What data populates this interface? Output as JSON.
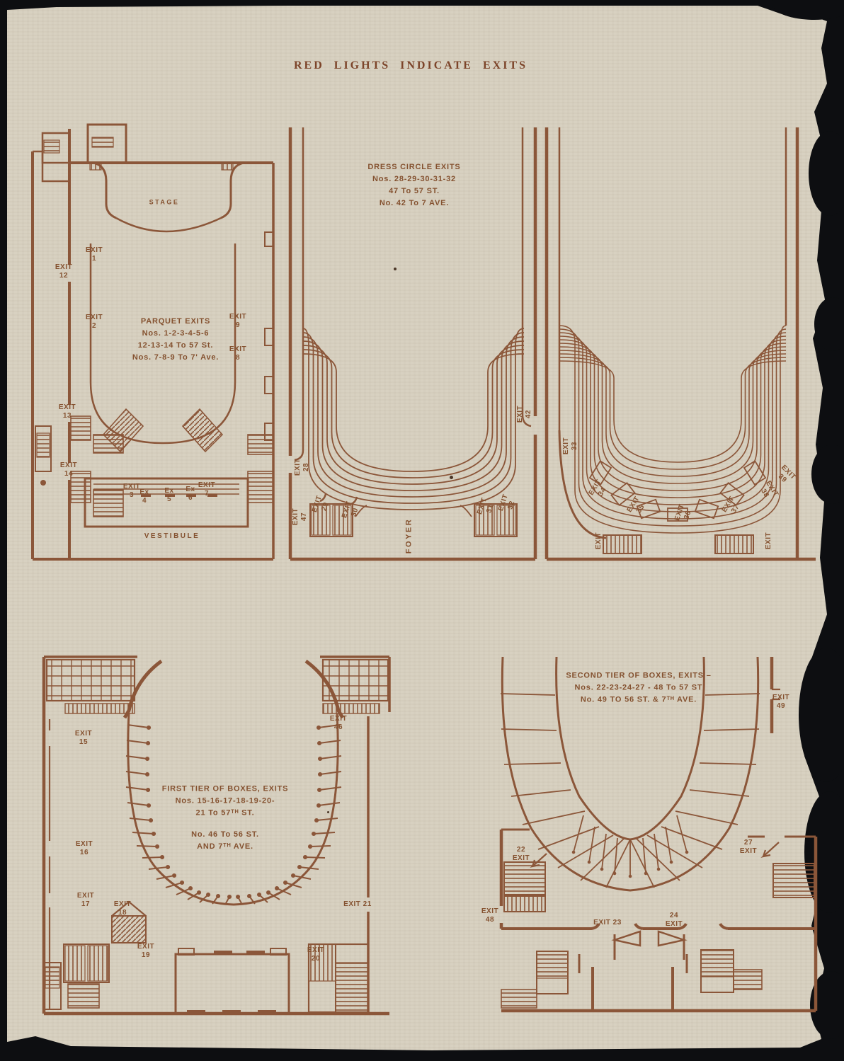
{
  "page": {
    "title": "RED LIGHTS INDICATE EXITS",
    "colors": {
      "ink": "#8b5639",
      "ink_dark": "#7c4429",
      "paper": "#d8d1c1",
      "background": "#0d0e11"
    }
  },
  "diagrams": {
    "parquet": {
      "stage": "STAGE",
      "vestibule": "VESTIBULE",
      "legend": "PARQUET EXITS\nNos. 1-2-3-4-5-6\n12-13-14 To 57 St.\nNos. 7-8-9 To 7' Ave.",
      "exits": {
        "e1": "EXIT\n1",
        "e2": "EXIT\n2",
        "e3": "EXIT\n3",
        "e4": "Ex\n4",
        "e5": "Ex\n5",
        "e6": "Ex\n6",
        "e7": "EXIT\n7",
        "e8": "EXIT\n8",
        "e9": "EXIT\n9",
        "e12": "EXIT\n12",
        "e13": "EXIT\n13",
        "e14": "EXIT\n14"
      }
    },
    "dress_circle": {
      "legend": "DRESS CIRCLE EXITS\nNos. 28-29-30-31-32\n47 To 57 ST.\nNo. 42 To 7 AVE.",
      "foyer": "FOYER",
      "exits": {
        "e28": "EXIT\n28",
        "e29": "EXIT\n29",
        "e30": "EXIT\n30",
        "e31": "EXIT\n31",
        "e32": "EXIT\n32",
        "e42": "EXIT\n42",
        "e47": "EXIT\n47"
      }
    },
    "balcony": {
      "exits": {
        "e33": "EXIT\n33",
        "e34": "EXIT\n34",
        "e35": "EXIT\n35",
        "e36": "EXIT\n36",
        "e37": "EXIT\n37",
        "e38": "EXIT\n38",
        "e39": "EXIT\n39",
        "corner_left": "EXIT",
        "corner_right": "EXIT"
      }
    },
    "first_tier": {
      "legend": "FIRST TIER OF BOXES, EXITS\nNos. 15-16-17-18-19-20-\n21 To 57ᵀᴴ ST.",
      "legend2": "No.  46 To 56 ST.\nAND 7ᵀᴴ AVE.",
      "exits": {
        "e15": "EXIT\n15",
        "e16": "EXIT\n16",
        "e17": "EXIT\n17",
        "e18": "EXIT\n18",
        "e19": "EXIT\n19",
        "e20": "EXIT\n20",
        "e21": "EXIT 21",
        "e46": "EXIT\n46"
      }
    },
    "second_tier": {
      "legend": "SECOND TIER OF BOXES,  EXITS –\nNos. 22-23-24-27 -  48 To 57 ST\nNo.   49 TO 56 ST. & 7ᵀᴴ AVE.",
      "exits": {
        "e22": "22\nEXIT",
        "e23": "EXIT 23",
        "e24": "24\nEXIT",
        "e27": "27\nEXIT",
        "e48": "EXIT\n48",
        "e49": "EXIT\n49"
      }
    }
  }
}
